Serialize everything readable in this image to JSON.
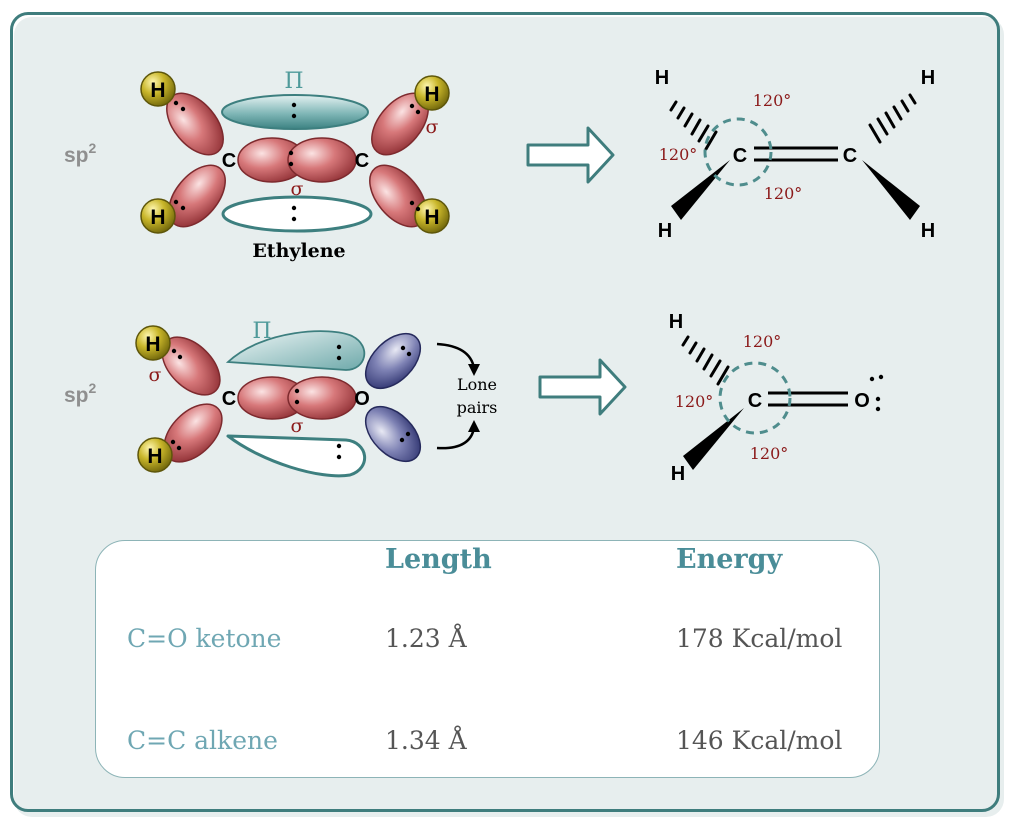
{
  "colors": {
    "frame": "#3f7d7d",
    "teal_orbital": "#4f9a9a",
    "red_lobe": "#c2575a",
    "blue_lobe": "#3b3f7a",
    "hydrogen": "#a99a13",
    "sigma_label": "#8b1a1a",
    "angle_label": "#8b1a1a",
    "table_border": "#8db4b7",
    "table_header": "#4a8d98"
  },
  "ethylene_orbital": {
    "row_label": "sp2",
    "pi_label": "Π",
    "sigma_label": "σ",
    "carbon_label": "C",
    "hydrogen_label": "H",
    "molecule_name": "Ethylene"
  },
  "ethylene_structure": {
    "carbon_label": "C",
    "hydrogen_label": "H",
    "angle_labels": [
      "120°",
      "120°",
      "120°"
    ]
  },
  "carbonyl_orbital": {
    "row_label": "sp2",
    "pi_label": "Π",
    "sigma_label": "σ",
    "carbon_label": "C",
    "oxygen_label": "O",
    "hydrogen_label": "H",
    "lone_pairs_line1": "Lone",
    "lone_pairs_line2": "pairs"
  },
  "carbonyl_structure": {
    "carbon_label": "C",
    "oxygen_label": "O",
    "hydrogen_label": "H",
    "angle_labels": [
      "120°",
      "120°",
      "120°"
    ]
  },
  "bond_table": {
    "headers": {
      "length": "Length",
      "energy": "Energy"
    },
    "rows": [
      {
        "bond": "C=O ketone",
        "length": "1.23 Å",
        "energy": "178 Kcal/mol"
      },
      {
        "bond": "C=C alkene",
        "length": "1.34 Å",
        "energy": "146 Kcal/mol"
      }
    ]
  }
}
